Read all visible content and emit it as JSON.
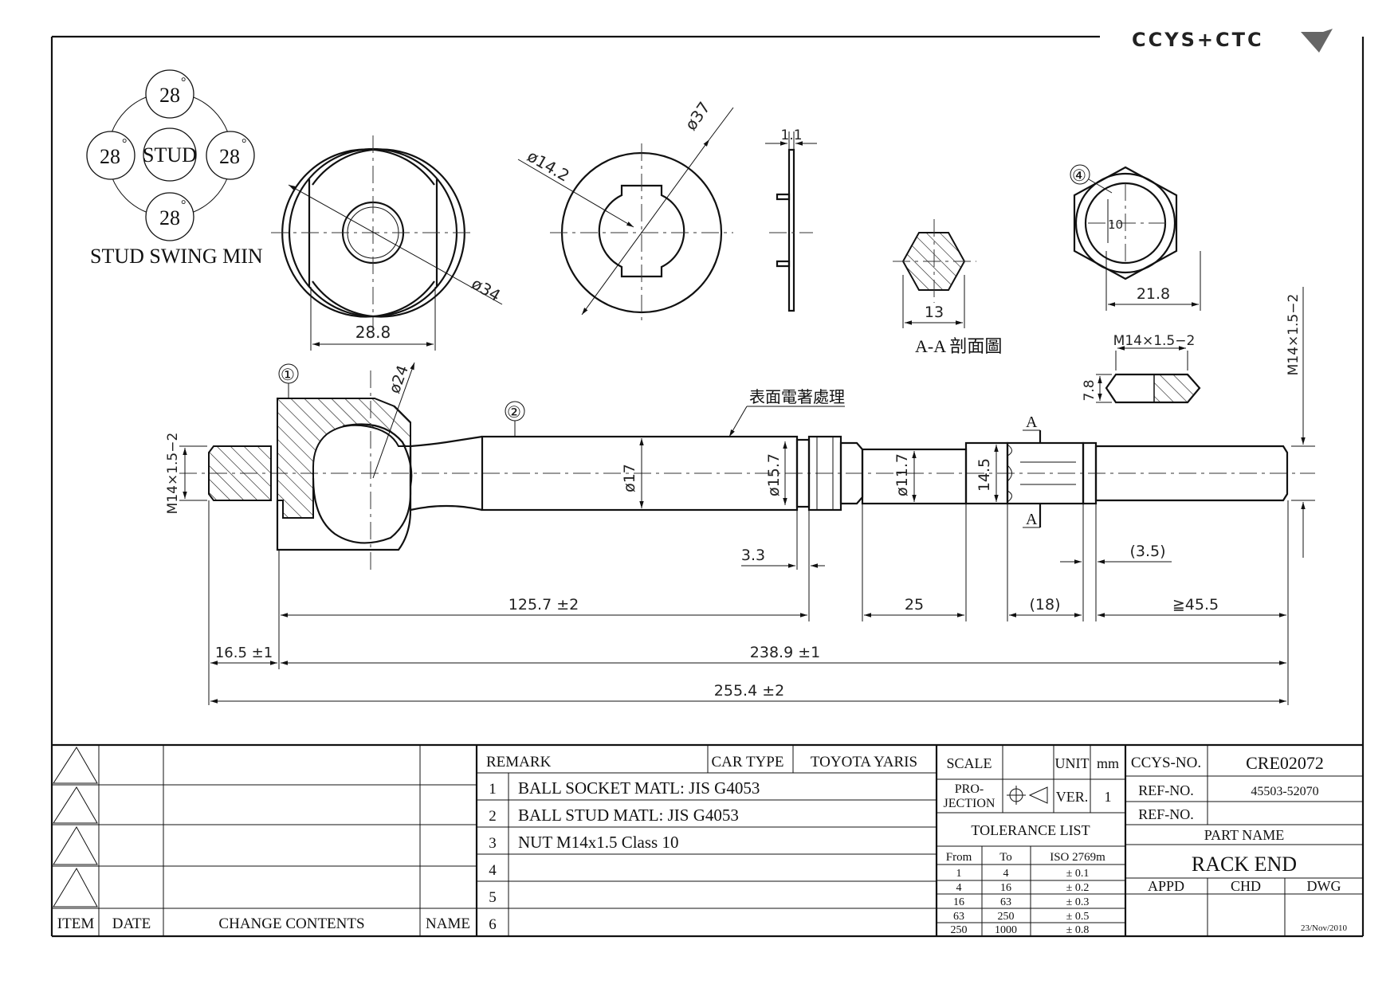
{
  "logo": {
    "text": "CCYS+CTC"
  },
  "stud_swing": {
    "angle_top": "28",
    "angle_left": "28",
    "angle_right": "28",
    "angle_bottom": "28",
    "deg": "°",
    "center": "STUD",
    "caption": "STUD SWING MIN"
  },
  "dims": {
    "d34": "ø34",
    "w28_8": "28.8",
    "d14_2": "ø14.2",
    "d37": "ø37",
    "t1_1": "1.1",
    "hex13": "13",
    "section_label": "A-A 剖面圖",
    "nut_balloon": "④",
    "nut_10": "10",
    "nut_21_8": "21.8",
    "nut_thread": "M14×1.5−2",
    "nut_h": "7.8",
    "thread_right": "M14×1.5−2",
    "thread_left": "M14×1.5−2",
    "balloon1": "①",
    "balloon2": "②",
    "d24": "ø24",
    "surface_note": "表面電著處理",
    "d17": "ø17",
    "d15_7": "ø15.7",
    "d11_7": "ø11.7",
    "h14_5": "14.5",
    "sec_a_top": "A",
    "sec_a_bot": "A",
    "l3_3": "3.3",
    "l3_5": "(3.5)",
    "l125_7": "125.7 ±2",
    "l25": "25",
    "l18": "(18)",
    "l45_5": "≧45.5",
    "l16_5": "16.5 ±1",
    "l238_9": "238.9 ±1",
    "l255_4": "255.4 ±2"
  },
  "rev_table": {
    "headers": {
      "item": "ITEM",
      "date": "DATE",
      "contents": "CHANGE CONTENTS",
      "name": "NAME"
    }
  },
  "remarks": {
    "header": "REMARK",
    "car_type_label": "CAR TYPE",
    "car_type": "TOYOTA YARIS",
    "rows": [
      {
        "no": "1",
        "text": "BALL SOCKET  MATL: JIS G4053"
      },
      {
        "no": "2",
        "text": "BALL STUD  MATL: JIS G4053"
      },
      {
        "no": "3",
        "text": "NUT M14x1.5 Class 10"
      },
      {
        "no": "4",
        "text": ""
      },
      {
        "no": "5",
        "text": ""
      },
      {
        "no": "6",
        "text": ""
      }
    ]
  },
  "block": {
    "scale_label": "SCALE",
    "unit_label": "UNIT",
    "unit": "mm",
    "projection_line1": "PRO-",
    "projection_line2": "JECTION",
    "ver_label": "VER.",
    "ver": "1",
    "tolerance_title": "TOLERANCE LIST",
    "tol_headers": [
      "From",
      "To",
      "ISO 2769m"
    ],
    "tol_rows": [
      [
        "1",
        "4",
        "± 0.1"
      ],
      [
        "4",
        "16",
        "± 0.2"
      ],
      [
        "16",
        "63",
        "± 0.3"
      ],
      [
        "63",
        "250",
        "± 0.5"
      ],
      [
        "250",
        "1000",
        "± 0.8"
      ]
    ],
    "ccys_label": "CCYS-NO.",
    "ccys_no": "CRE02072",
    "ref_label": "REF-NO.",
    "ref_no": "45503-52070",
    "ref_label2": "REF-NO.",
    "part_name_label": "PART NAME",
    "part_name": "RACK END",
    "appd": "APPD",
    "chd": "CHD",
    "dwg": "DWG",
    "date": "23/Nov/2010"
  }
}
